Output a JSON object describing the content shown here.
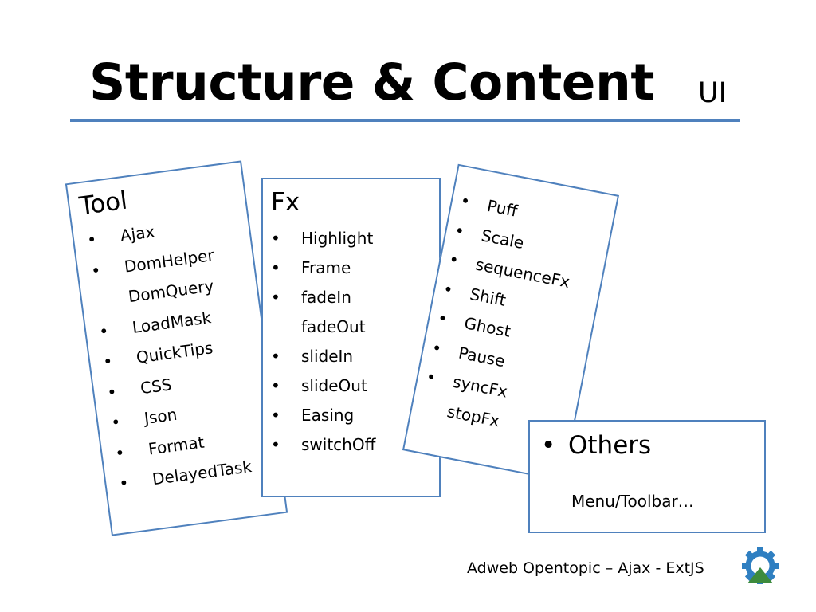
{
  "slide": {
    "title": "Structure & Content",
    "subtitle": "UI",
    "accent_color": "#4f81bd"
  },
  "tool_box": {
    "heading": "Tool",
    "items": [
      {
        "label": "Ajax",
        "bullet": true
      },
      {
        "label": "DomHelper",
        "bullet": true
      },
      {
        "label": "DomQuery",
        "bullet": false
      },
      {
        "label": "LoadMask",
        "bullet": true
      },
      {
        "label": "QuickTips",
        "bullet": true
      },
      {
        "label": "CSS",
        "bullet": true
      },
      {
        "label": "Json",
        "bullet": true
      },
      {
        "label": "Format",
        "bullet": true
      },
      {
        "label": "DelayedTask",
        "bullet": true
      }
    ]
  },
  "fx_box": {
    "heading": "Fx",
    "items": [
      {
        "label": "Highlight",
        "bullet": true
      },
      {
        "label": "Frame",
        "bullet": true
      },
      {
        "label": "fadeIn",
        "bullet": true
      },
      {
        "label": "fadeOut",
        "bullet": false
      },
      {
        "label": "slideIn",
        "bullet": true
      },
      {
        "label": "slideOut",
        "bullet": true
      },
      {
        "label": "Easing",
        "bullet": true
      },
      {
        "label": "switchOff",
        "bullet": true
      }
    ]
  },
  "fx2_box": {
    "items": [
      {
        "label": "Puff",
        "bullet": true
      },
      {
        "label": "Scale",
        "bullet": true
      },
      {
        "label": "sequenceFx",
        "bullet": true
      },
      {
        "label": "Shift",
        "bullet": true
      },
      {
        "label": "Ghost",
        "bullet": true
      },
      {
        "label": "Pause",
        "bullet": true
      },
      {
        "label": "syncFx",
        "bullet": true
      },
      {
        "label": "stopFx",
        "bullet": false
      }
    ]
  },
  "others_box": {
    "item": "Others",
    "sub": "Menu/Toolbar…"
  },
  "footer": {
    "text": "Adweb Opentopic – Ajax - ExtJS",
    "logo_icon": "gear-mountain-logo-icon",
    "logo_gear_color": "#2f7fc1",
    "logo_mountain_color": "#3d8b3d"
  }
}
